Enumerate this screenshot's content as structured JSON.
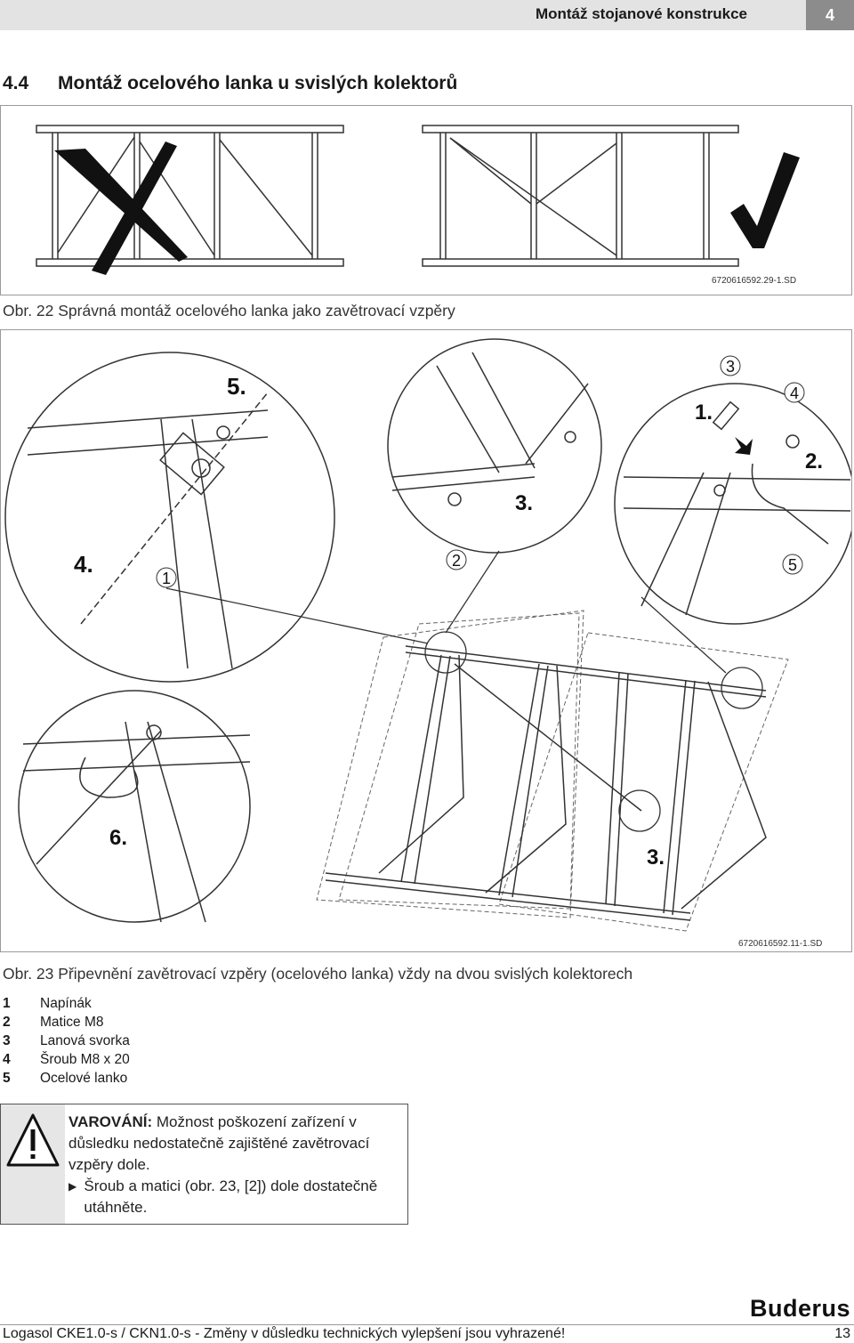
{
  "header": {
    "title": "Montáž stojanové konstrukce",
    "chapter": "4"
  },
  "section": {
    "number": "4.4",
    "title": "Montáž ocelového lanka u svislých kolektorů"
  },
  "figure1": {
    "id": "6720616592.29-1.SD",
    "caption": "Obr. 22 Správná montáž ocelového lanka jako zavětrovací vzpěry"
  },
  "figure2": {
    "id": "6720616592.11-1.SD",
    "caption": "Obr. 23 Připevnění zavětrovací vzpěry (ocelového lanka) vždy na dvou svislých kolektorech",
    "labels": {
      "step5": "5.",
      "step4": "4.",
      "step3": "3.",
      "step1": "1.",
      "step2": "2.",
      "step6": "6.",
      "step3b": "3.",
      "c1": "1",
      "c2": "2",
      "c3": "3",
      "c4": "4",
      "c5": "5"
    }
  },
  "legend": [
    {
      "key": "1",
      "text": "Napínák"
    },
    {
      "key": "2",
      "text": "Matice M8"
    },
    {
      "key": "3",
      "text": "Lanová svorka"
    },
    {
      "key": "4",
      "text": "Šroub M8 x 20"
    },
    {
      "key": "5",
      "text": "Ocelové lanko"
    }
  ],
  "warning": {
    "label": "VAROVÁNÍ:",
    "text": "Možnost poškození zařízení v důsledku nedostatečně zajištěné zavětrovací vzpěry dole.",
    "action": "Šroub a matici (obr. 23, [2]) dole dostatečně utáhněte."
  },
  "footer": {
    "brand": "Buderus",
    "left": "Logasol CKE1.0-s / CKN1.0-s - Změny v důsledku technických vylepšení jsou vyhrazené!",
    "page": "13"
  }
}
